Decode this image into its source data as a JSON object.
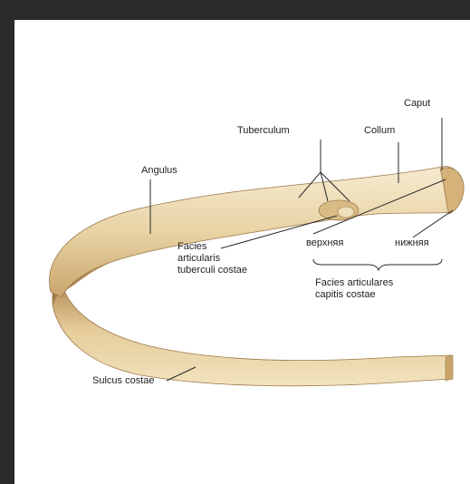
{
  "diagram": {
    "labels": {
      "caput": "Caput",
      "collum": "Collum",
      "tuberculum": "Tuberculum",
      "angulus": "Angulus",
      "facies_tuberculi": [
        "Facies",
        "articularis",
        "tuberculi costae"
      ],
      "verkhnyaya": "верхняя",
      "nizhnyaya": "нижняя",
      "facies_capitis": [
        "Facies articulares",
        "capitis costae"
      ],
      "sulcus": "Sulcus costae"
    },
    "colors": {
      "bone_light": "#f3e6c4",
      "bone_mid": "#e0c896",
      "bone_dark": "#a8824e",
      "line": "#2a2a2a",
      "frame": "#2b2b2b"
    }
  }
}
